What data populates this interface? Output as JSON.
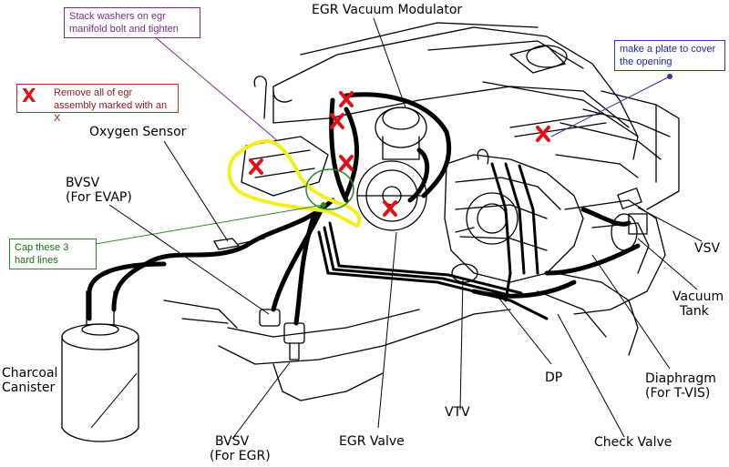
{
  "notes": {
    "washers": "Stack washers on egr manifold bolt and tighten",
    "remove": "Remove all of egr assembly marked with an X",
    "remove_mark": "X",
    "plate": "make a plate to cover the opening",
    "cap": "Cap these 3 hard lines"
  },
  "labels": {
    "egr_vacuum_modulator": "EGR Vacuum Modulator",
    "oxygen_sensor": "Oxygen Sensor",
    "bvsv_evap_1": "BVSV",
    "bvsv_evap_2": "(For EVAP)",
    "vsv": "VSV",
    "vacuum_tank_1": "Vacuum",
    "vacuum_tank_2": "Tank",
    "charcoal_1": "Charcoal",
    "charcoal_2": "Canister",
    "dp": "DP",
    "diaphragm_1": "Diaphragm",
    "diaphragm_2": "(For T-VIS)",
    "vtv": "VTV",
    "egr_valve": "EGR Valve",
    "check_valve": "Check Valve",
    "bvsv_egr_1": "BVSV",
    "bvsv_egr_2": "(For EGR)"
  },
  "colors": {
    "x_mark": "#e0101a",
    "highlight_yellow": "#f2ef1a",
    "circle_green": "#2a8a2a",
    "leader_purple": "#7a2a8a",
    "leader_blue": "#2a3aa8"
  }
}
